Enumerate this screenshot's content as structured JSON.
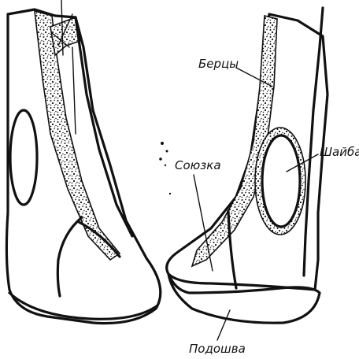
{
  "labels": {
    "bertsy": "Берцы",
    "shaiba": "Шайба",
    "soyuzka": "Союзка",
    "podoshva": "Подошва"
  },
  "colors": {
    "ink": "#111111",
    "background": "#ffffff"
  }
}
